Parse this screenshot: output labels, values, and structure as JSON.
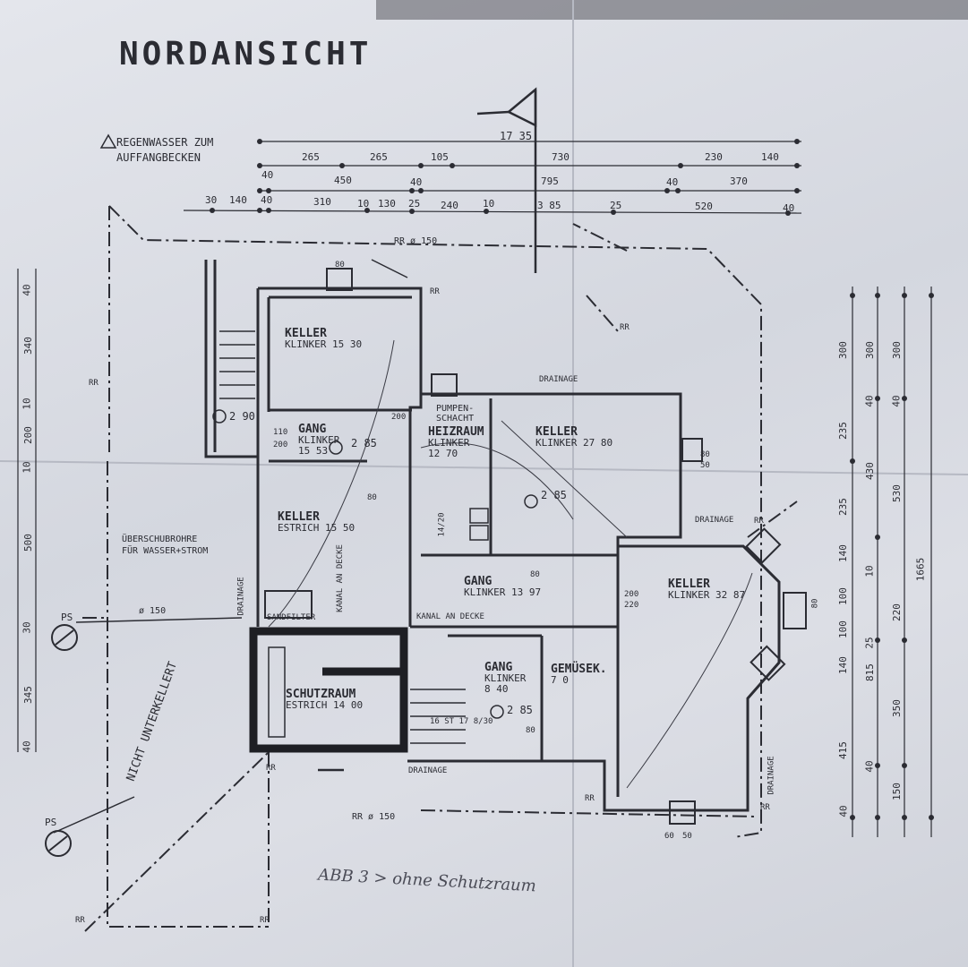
{
  "title": "NORDANSICHT",
  "elevation_mark": "17 35",
  "notes": {
    "rainwater_line1": "REGENWASSER ZUM",
    "rainwater_line2": "AUFFANGBECKEN",
    "overflow_line1": "ÜBERSCHUBROHRE",
    "overflow_line2": "FÜR WASSER+STROM",
    "not_basement": "NICHT UNTERKELLERT",
    "handwritten": "ABB 3 > ohne Schutzraum"
  },
  "rooms": [
    {
      "name": "KELLER",
      "floor": "KLINKER",
      "area": "15 30"
    },
    {
      "name": "GANG",
      "floor": "KLINKER",
      "area": "15 53"
    },
    {
      "name": "HEIZRAUM",
      "floor": "KLINKER",
      "area": "12 70"
    },
    {
      "name": "KELLER",
      "floor": "KLINKER",
      "area": "27 80"
    },
    {
      "name": "KELLER",
      "floor": "ESTRICH",
      "area": "15 50"
    },
    {
      "name": "GANG",
      "floor": "KLINKER",
      "area": "13 97"
    },
    {
      "name": "KELLER",
      "floor": "KLINKER",
      "area": "32 87"
    },
    {
      "name": "GANG",
      "floor": "KLINKER",
      "area": "8 40"
    },
    {
      "name": "GEMÜSEK.",
      "floor": "",
      "area": "7 0"
    },
    {
      "name": "SCHUTZRAUM",
      "floor": "ESTRICH",
      "area": "14 00"
    }
  ],
  "labels": {
    "pumpenschacht_1": "PUMPEN-",
    "pumpenschacht_2": "SCHACHT",
    "sandfilter": "SANDFILTER",
    "kanal_1": "KANAL AN DECKE",
    "kanal_2": "KANAL AN DECKE",
    "drainage": "DRAINAGE",
    "rr": "RR",
    "rr150": "RR ø 150",
    "ps": "PS",
    "pipe150": "ø 150",
    "level_290": "2 90",
    "level_285": "2 85",
    "stairs": "16 ST 17 8/30",
    "chimney": "14/20"
  },
  "dims": {
    "top_row1": [
      "265",
      "265",
      "105",
      "730",
      "230",
      "140"
    ],
    "top_row2": [
      "450",
      "795",
      "370"
    ],
    "top_row2_small": [
      "40",
      "40",
      "40"
    ],
    "top_row3": [
      "30",
      "140",
      "40",
      "310",
      "10",
      "130",
      "25",
      "240",
      "10",
      "3 85",
      "25",
      "520",
      "40"
    ],
    "left_col": [
      "40",
      "340",
      "10",
      "200",
      "10",
      "500",
      "30",
      "345",
      "40"
    ],
    "right_col1": [
      "300",
      "235",
      "235",
      "140",
      "100",
      "100",
      "140",
      "415",
      "40"
    ],
    "right_col2": [
      "300",
      "40",
      "430",
      "10",
      "25",
      "815",
      "40"
    ],
    "right_col3": [
      "300",
      "40",
      "530",
      "220",
      "350",
      "150"
    ],
    "right_total": "1665",
    "door": [
      "80",
      "200",
      "80",
      "80",
      "200",
      "220",
      "110",
      "200",
      "80",
      "50",
      "80",
      "80",
      "60",
      "50"
    ]
  }
}
